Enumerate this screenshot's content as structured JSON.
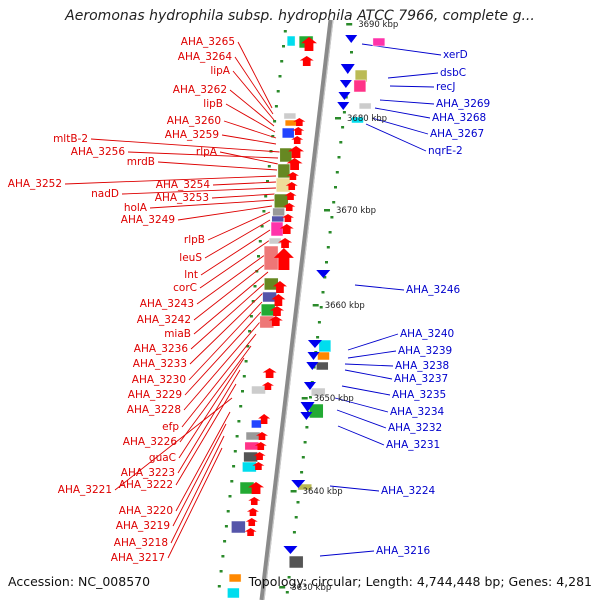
{
  "title": "Aeromonas hydrophila subsp. hydrophila ATCC 7966, complete g...",
  "footer": {
    "accession": "Accession: NC_008570",
    "stats": "Topology: circular; Length: 4,744,448 bp; Genes: 4,281"
  },
  "colors": {
    "left_label": "#dd0000",
    "right_label": "#0000cc",
    "backbone": "#8a8a8a",
    "forward_gene": "#ff0000",
    "reverse_gene": "#0000ee",
    "dots": "#2a8a2a"
  },
  "ruler_labels": [
    "3690 kbp",
    "3680 kbp",
    "3670 kbp",
    "3660 kbp",
    "3650 kbp",
    "3640 kbp",
    "3630 kbp"
  ],
  "left_genes": [
    "AHA_3265",
    "AHA_3264",
    "lipA",
    "AHA_3262",
    "lipB",
    "AHA_3260",
    "AHA_3259",
    "mltB-2",
    "AHA_3256",
    "rlpA",
    "mrdB",
    "AHA_3252",
    "AHA_3254",
    "nadD",
    "AHA_3253",
    "holA",
    "AHA_3249",
    "rlpB",
    "leuS",
    "lnt",
    "corC",
    "AHA_3243",
    "AHA_3242",
    "miaB",
    "AHA_3236",
    "AHA_3233",
    "AHA_3230",
    "AHA_3229",
    "AHA_3228",
    "efp",
    "AHA_3226",
    "guaC",
    "AHA_3223",
    "AHA_3222",
    "AHA_3221",
    "AHA_3220",
    "AHA_3219",
    "AHA_3218",
    "AHA_3217"
  ],
  "right_genes": [
    "xerD",
    "dsbC",
    "recJ",
    "AHA_3269",
    "AHA_3268",
    "AHA_3267",
    "nqrE-2",
    "AHA_3246",
    "AHA_3240",
    "AHA_3239",
    "AHA_3238",
    "AHA_3237",
    "AHA_3235",
    "AHA_3234",
    "AHA_3232",
    "AHA_3231",
    "AHA_3224",
    "AHA_3216"
  ]
}
